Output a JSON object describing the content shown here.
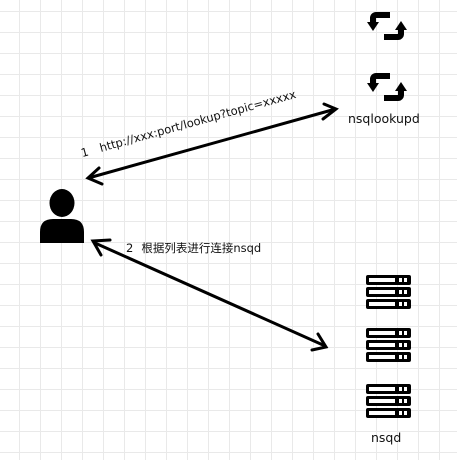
{
  "client": {
    "icon": "user-icon"
  },
  "arrows": {
    "lookup": {
      "number": "1",
      "text": "http://xxx:port/lookup?topic=xxxxx"
    },
    "connect": {
      "number": "2",
      "text": "根据列表进行连接nsqd"
    }
  },
  "nsqlookupd": {
    "label": "nsqlookupd",
    "icon": "retweet-icon",
    "count": 2
  },
  "nsqd": {
    "label": "nsqd",
    "icon": "server-icon",
    "count": 3
  },
  "colors": {
    "ink": "#000000",
    "grid": "#e9e9e9"
  }
}
